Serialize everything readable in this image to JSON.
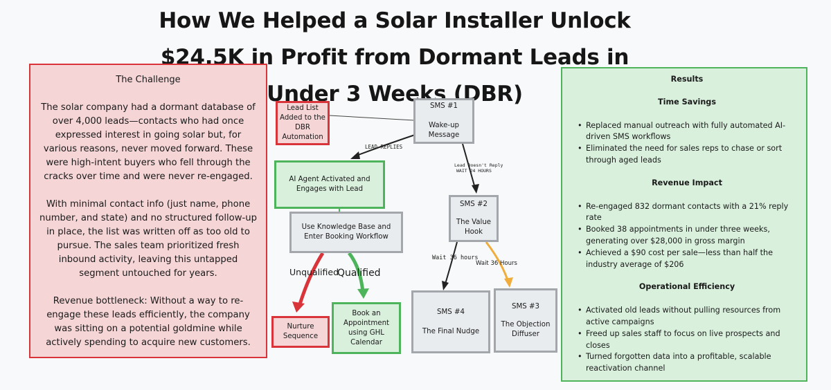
{
  "title": {
    "line1": "How We Helped a Solar Installer Unlock",
    "line2": "$24.5K in Profit from Dormant Leads in",
    "line3": "Under 3 Weeks (DBR)"
  },
  "challenge": {
    "heading": "The Challenge",
    "p1": "The solar company had a dormant database of over 4,000 leads—contacts who had once expressed interest in going solar but, for various reasons, never moved forward. These were high-intent buyers who fell through the cracks over time and were never re-engaged.",
    "p2": "With minimal contact info (just name, phone number, and state) and no structured follow-up in place, the list was written off as too old to pursue. The sales team prioritized fresh inbound activity, leaving this untapped segment untouched for years.",
    "p3": "Revenue bottleneck: Without a way to re-engage these leads efficiently, the company was sitting on a potential goldmine while actively spending to acquire new customers."
  },
  "flow": {
    "lead_list": "Lead List Added to the DBR Automation",
    "sms1_title": "SMS #1",
    "sms1_sub": "Wake-up Message",
    "lead_replies": "LEAD REPLIES",
    "no_reply_1": "Lead Doesn't Reply",
    "no_reply_2": "WAIT 24 HOURS",
    "ai_agent": "AI Agent Activated and Engages with Lead",
    "sms2_title": "SMS #2",
    "sms2_sub": "The Value Hook",
    "knowledge": "Use Knowledge Base and Enter Booking Workflow",
    "unqualified": "Unqualified",
    "qualified": "Qualified",
    "wait36a": "Wait 36 hours",
    "wait36b": "Wait 36 Hours",
    "nurture": "Nurture Sequence",
    "book": "Book an Appointment using GHL Calendar",
    "sms4_title": "SMS #4",
    "sms4_sub": "The Final Nudge",
    "sms3_title": "SMS #3",
    "sms3_sub": "The Objection Diffuser"
  },
  "results": {
    "heading": "Results",
    "sections": [
      {
        "title": "Time Savings",
        "items": [
          "Replaced manual outreach with fully automated AI-driven SMS workflows",
          "Eliminated the need for sales reps to chase or sort through aged leads"
        ]
      },
      {
        "title": "Revenue Impact",
        "items": [
          "Re-engaged 832 dormant contacts with a 21% reply rate",
          "Booked 38 appointments in under three weeks, generating over $28,000 in gross margin",
          "Achieved a $90 cost per sale—less than half the industry average of $206"
        ]
      },
      {
        "title": "Operational Efficiency",
        "items": [
          "Activated old leads without pulling resources from active campaigns",
          "Freed up sales staff to focus on live prospects and closes",
          "Turned forgotten data into a profitable, scalable reactivation channel"
        ]
      }
    ]
  },
  "colors": {
    "red": "#d9343a",
    "green": "#4db45b",
    "gray": "#a3a7ab",
    "orange": "#f0ad3c"
  }
}
